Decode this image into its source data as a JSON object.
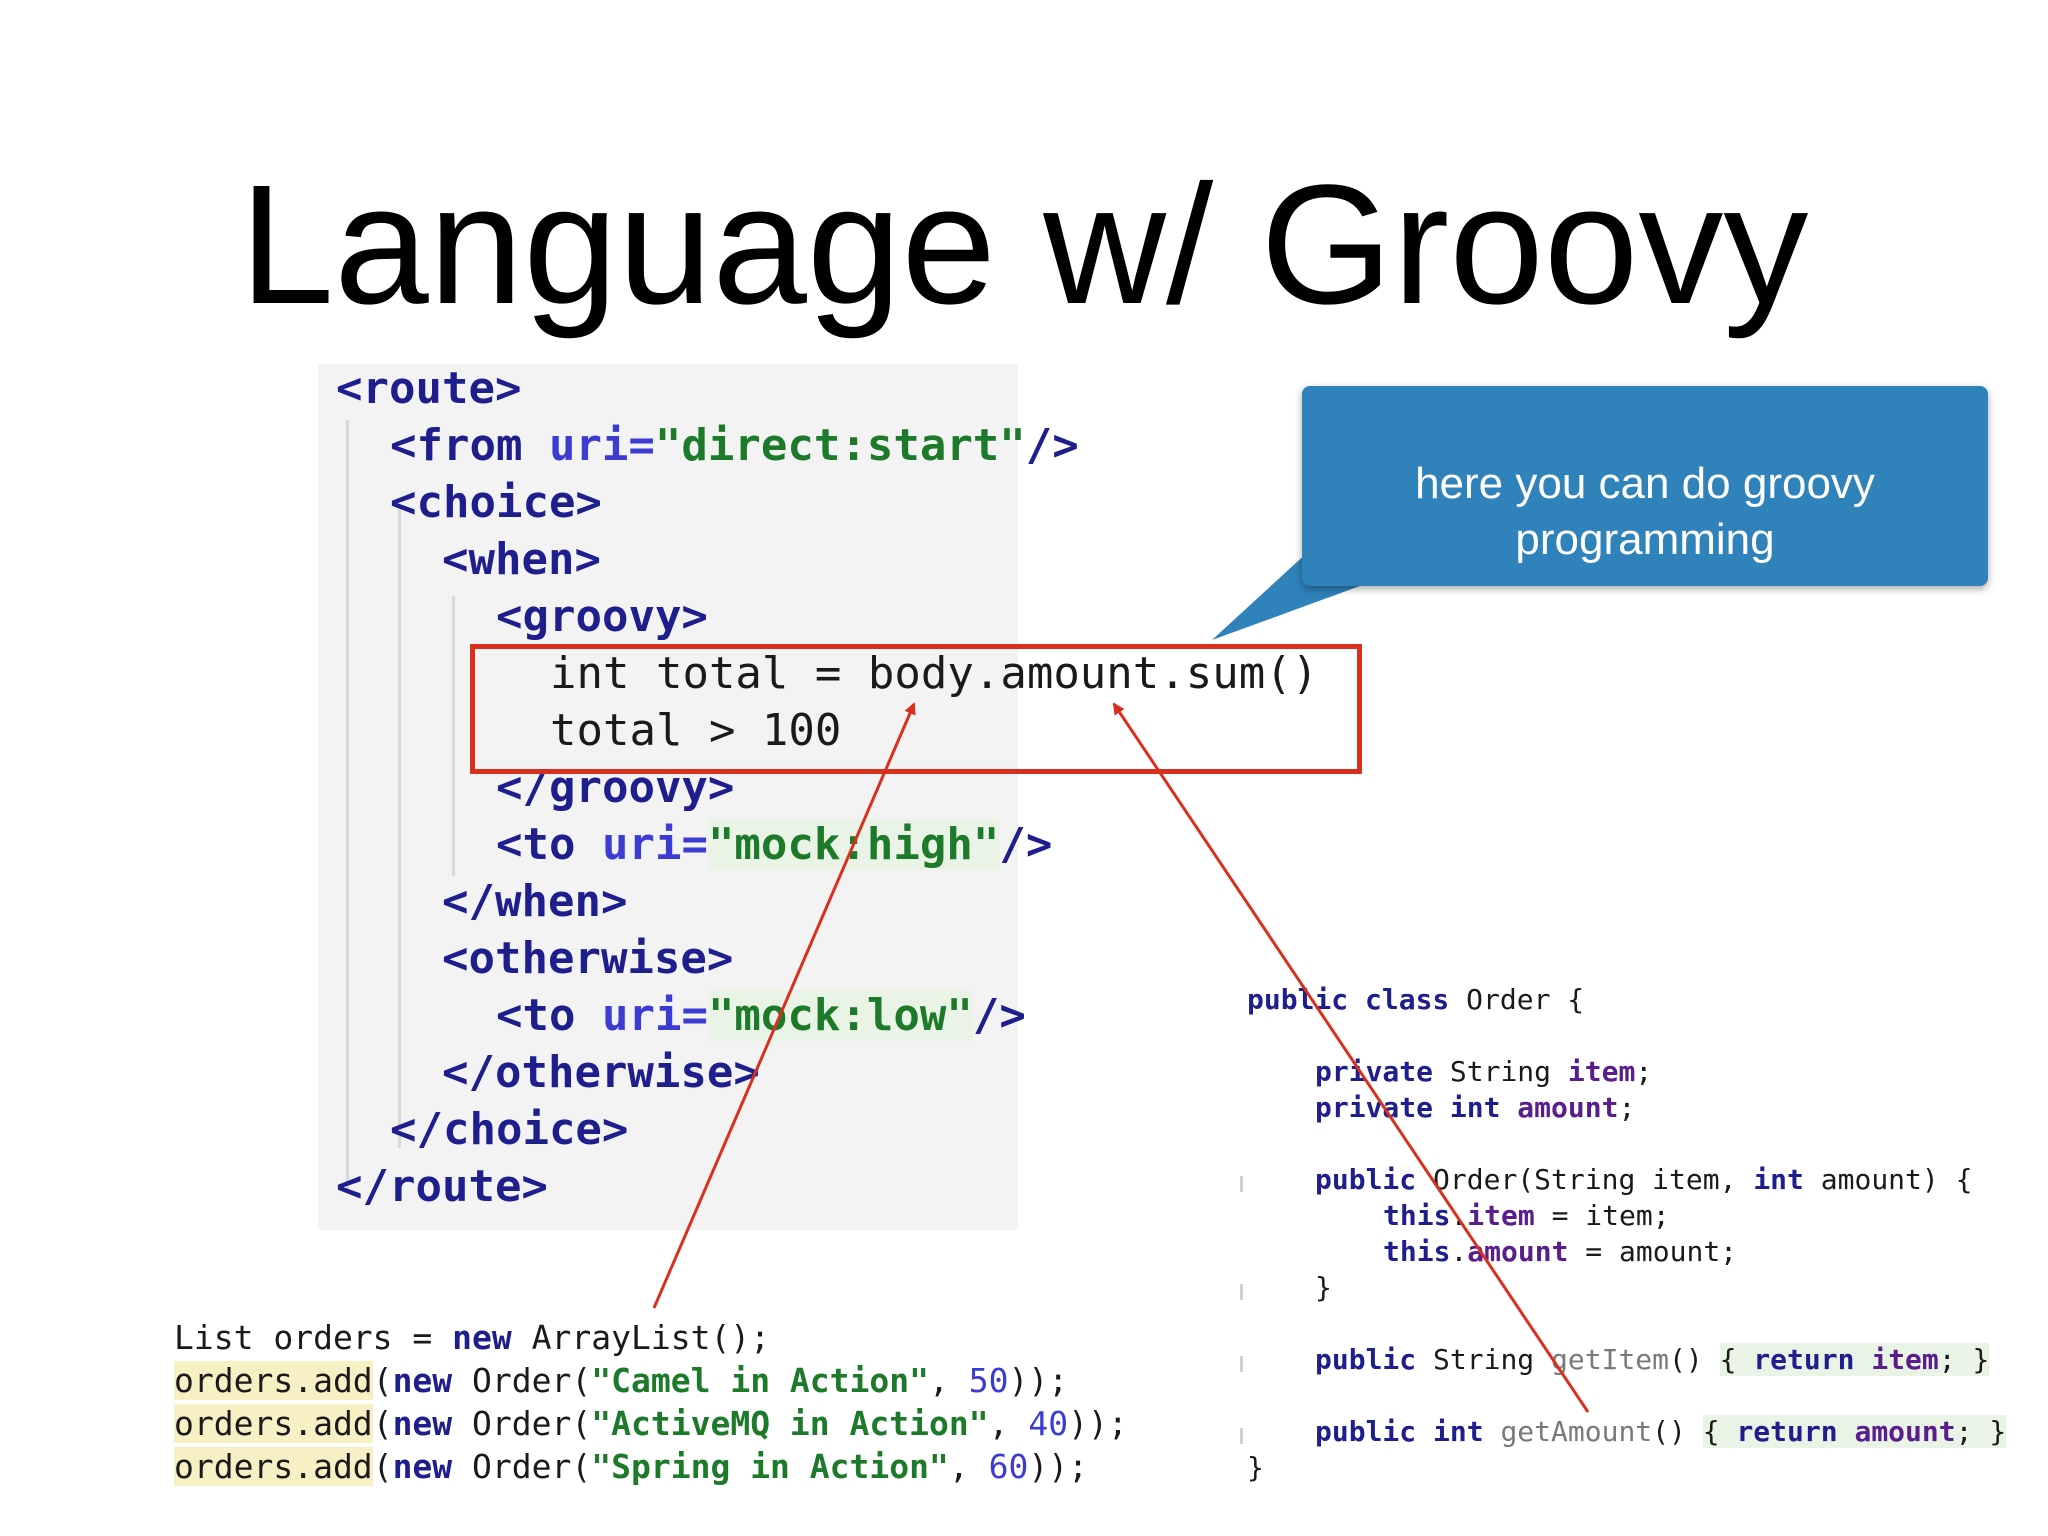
{
  "slide": {
    "title": "Language w/ Groovy",
    "callout_text": "here you can do groovy\nprogramming"
  },
  "xml_route": {
    "route_open": "<route>",
    "from": "<from uri=\"direct:start\"/>",
    "choice_open": "<choice>",
    "when_open": "<when>",
    "groovy_open": "<groovy>",
    "expr_line1": "int total = body.amount.sum()",
    "expr_line2": "total > 100",
    "groovy_close": "</groovy>",
    "to_high": "<to uri=\"mock:high\"/>",
    "when_close": "</when>",
    "otherwise_open": "<otherwise>",
    "to_low": "<to uri=\"mock:low\"/>",
    "otherwise_close": "</otherwise>",
    "choice_close": "</choice>",
    "route_close": "</route>"
  },
  "orders_code": [
    "List orders = new ArrayList();",
    "orders.add(new Order(\"Camel in Action\", 50));",
    "orders.add(new Order(\"ActiveMQ in Action\", 40));",
    "orders.add(new Order(\"Spring in Action\", 60));"
  ],
  "order_class": [
    "public class Order {",
    "",
    "    private String item;",
    "    private int amount;",
    "",
    "    public Order(String item, int amount) {",
    "        this.item = item;",
    "        this.amount = amount;",
    "    }",
    "",
    "    public String getItem() { return item; }",
    "",
    "    public int getAmount() { return amount; }",
    "}"
  ],
  "colors": {
    "callout_bg": "#2f82ba",
    "highlight_border": "#d8301f",
    "arrow": "#d8301f",
    "xml_tag": "#1e1e8c",
    "xml_string": "#1d7a2a"
  }
}
